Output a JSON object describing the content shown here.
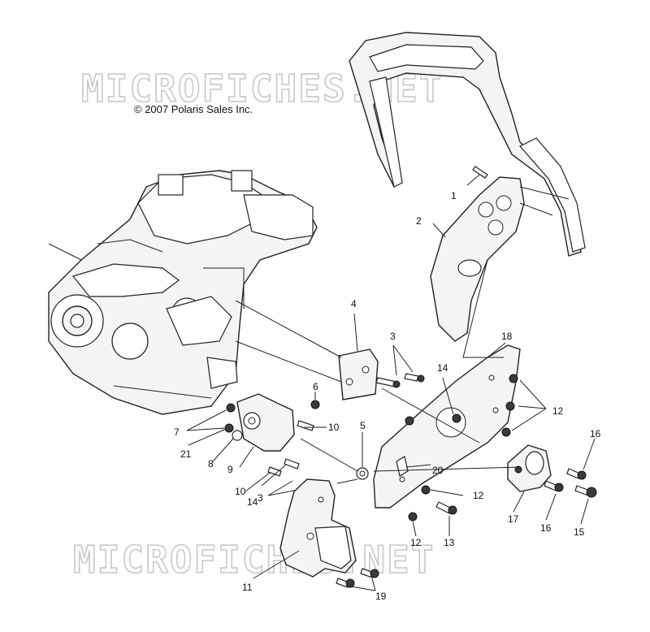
{
  "copyright": "© 2007 Polaris Sales Inc.",
  "watermark": "MICROFICHES.NET",
  "callouts": {
    "c1": "1",
    "c2": "2",
    "c3a": "3",
    "c3b": "3",
    "c4": "4",
    "c5": "5",
    "c6": "6",
    "c7": "7",
    "c8": "8",
    "c9": "9",
    "c10a": "10",
    "c10b": "10",
    "c11": "11",
    "c12a": "12",
    "c12b": "12",
    "c12c": "12",
    "c13": "13",
    "c14a": "14",
    "c14b": "14",
    "c15": "15",
    "c16a": "16",
    "c16b": "16",
    "c17": "17",
    "c18": "18",
    "c19": "19",
    "c20": "20",
    "c21": "21"
  }
}
